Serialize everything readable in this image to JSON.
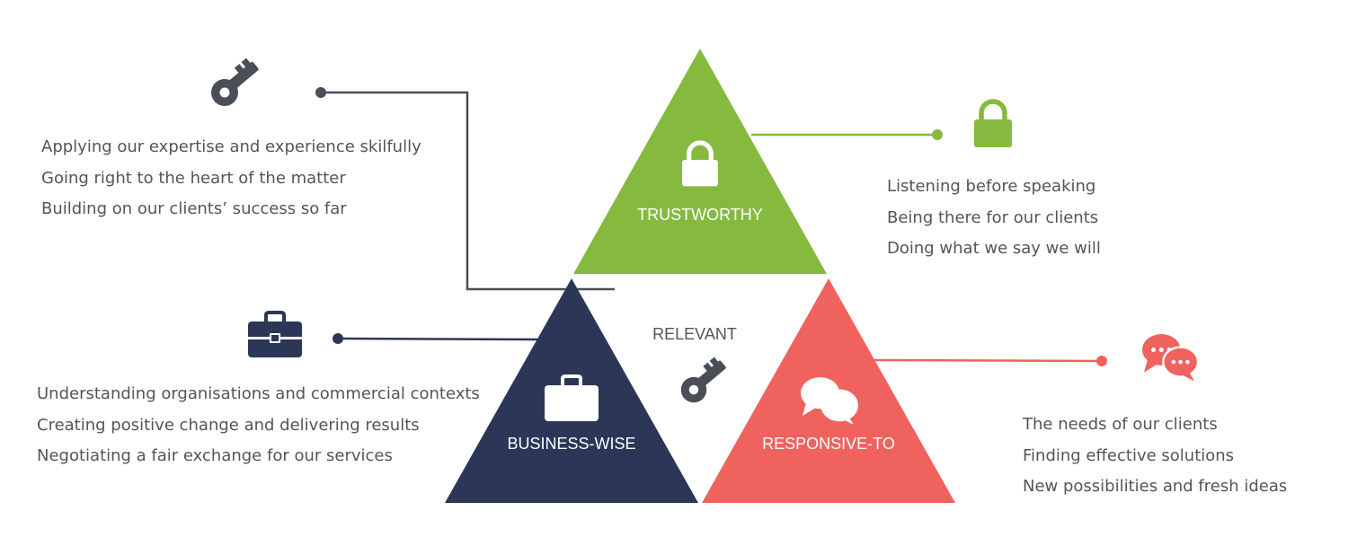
{
  "triangles": {
    "trustworthy": {
      "label": "TRUSTWORTHY",
      "color": "#86ba3f",
      "icon": "lock-icon"
    },
    "business": {
      "label": "BUSINESS-WISE",
      "color": "#2c3757",
      "icon": "briefcase-icon"
    },
    "responsive": {
      "label": "RESPONSIVE-TO",
      "color": "#f0625e",
      "icon": "chat-bubbles-icon"
    },
    "center": {
      "label": "RELEVANT",
      "icon": "key-icon"
    }
  },
  "lists": {
    "relevant": {
      "icon": "key-icon",
      "color": "#4a4f57",
      "items": [
        "Applying our expertise and experience skilfully",
        "Going right to the heart of the matter",
        "Building on our clients’ success so far"
      ]
    },
    "trustworthy": {
      "icon": "lock-icon",
      "color": "#86ba3f",
      "items": [
        "Listening before speaking",
        "Being there for our clients",
        "Doing what we say we will"
      ]
    },
    "business": {
      "icon": "briefcase-icon",
      "color": "#2c3757",
      "items": [
        "Understanding organisations and commercial contexts",
        "Creating positive change and delivering results",
        "Negotiating a fair exchange for our services"
      ]
    },
    "responsive": {
      "icon": "chat-bubbles-icon",
      "color": "#f0625e",
      "items": [
        "The needs of our clients",
        "Finding effective solutions",
        "New possibilities and fresh ideas"
      ]
    }
  }
}
